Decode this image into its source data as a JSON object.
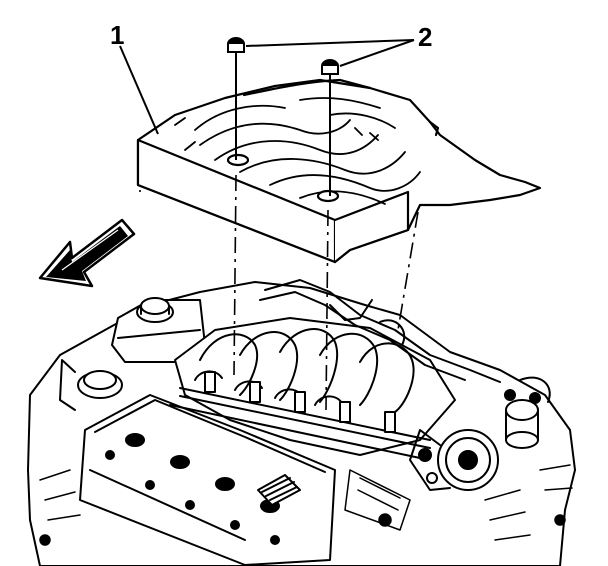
{
  "figure": {
    "callouts": [
      {
        "id": "1",
        "label": "1",
        "part": "engine-sight-shield"
      },
      {
        "id": "2",
        "label": "2",
        "part": "sight-shield-nuts"
      }
    ],
    "direction_indicator": "front-arrow-icon",
    "colors": {
      "ink": "#000000",
      "paper": "#ffffff"
    }
  }
}
